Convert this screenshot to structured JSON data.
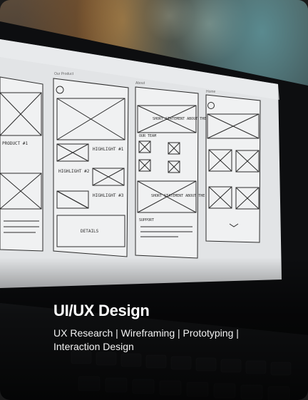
{
  "card": {
    "title": "UI/UX Design",
    "tags": "UX Research | Wireframing | Prototyping | Interaction Design"
  },
  "screen": {
    "column_labels": [
      "Our Product",
      "About",
      "Home"
    ],
    "sketch_text": {
      "product_1": "PRODUCT #1",
      "highlight_1": "HIGHLIGHT #1",
      "highlight_2": "HIGHLIGHT #2",
      "highlight_3": "HIGHLIGHT #3",
      "details": "DETAILS",
      "statement_1": "SHORT STATEMENT ABOUT THE TEAM",
      "statement_2": "SHORT STATEMENT ABOUT THE COMPANY",
      "our_team": "OUR TEAM",
      "support": "SUPPORT"
    }
  },
  "colors": {
    "screen": "#e4e6e8",
    "sketch": "#2c2c2c",
    "title": "#ffffff"
  }
}
